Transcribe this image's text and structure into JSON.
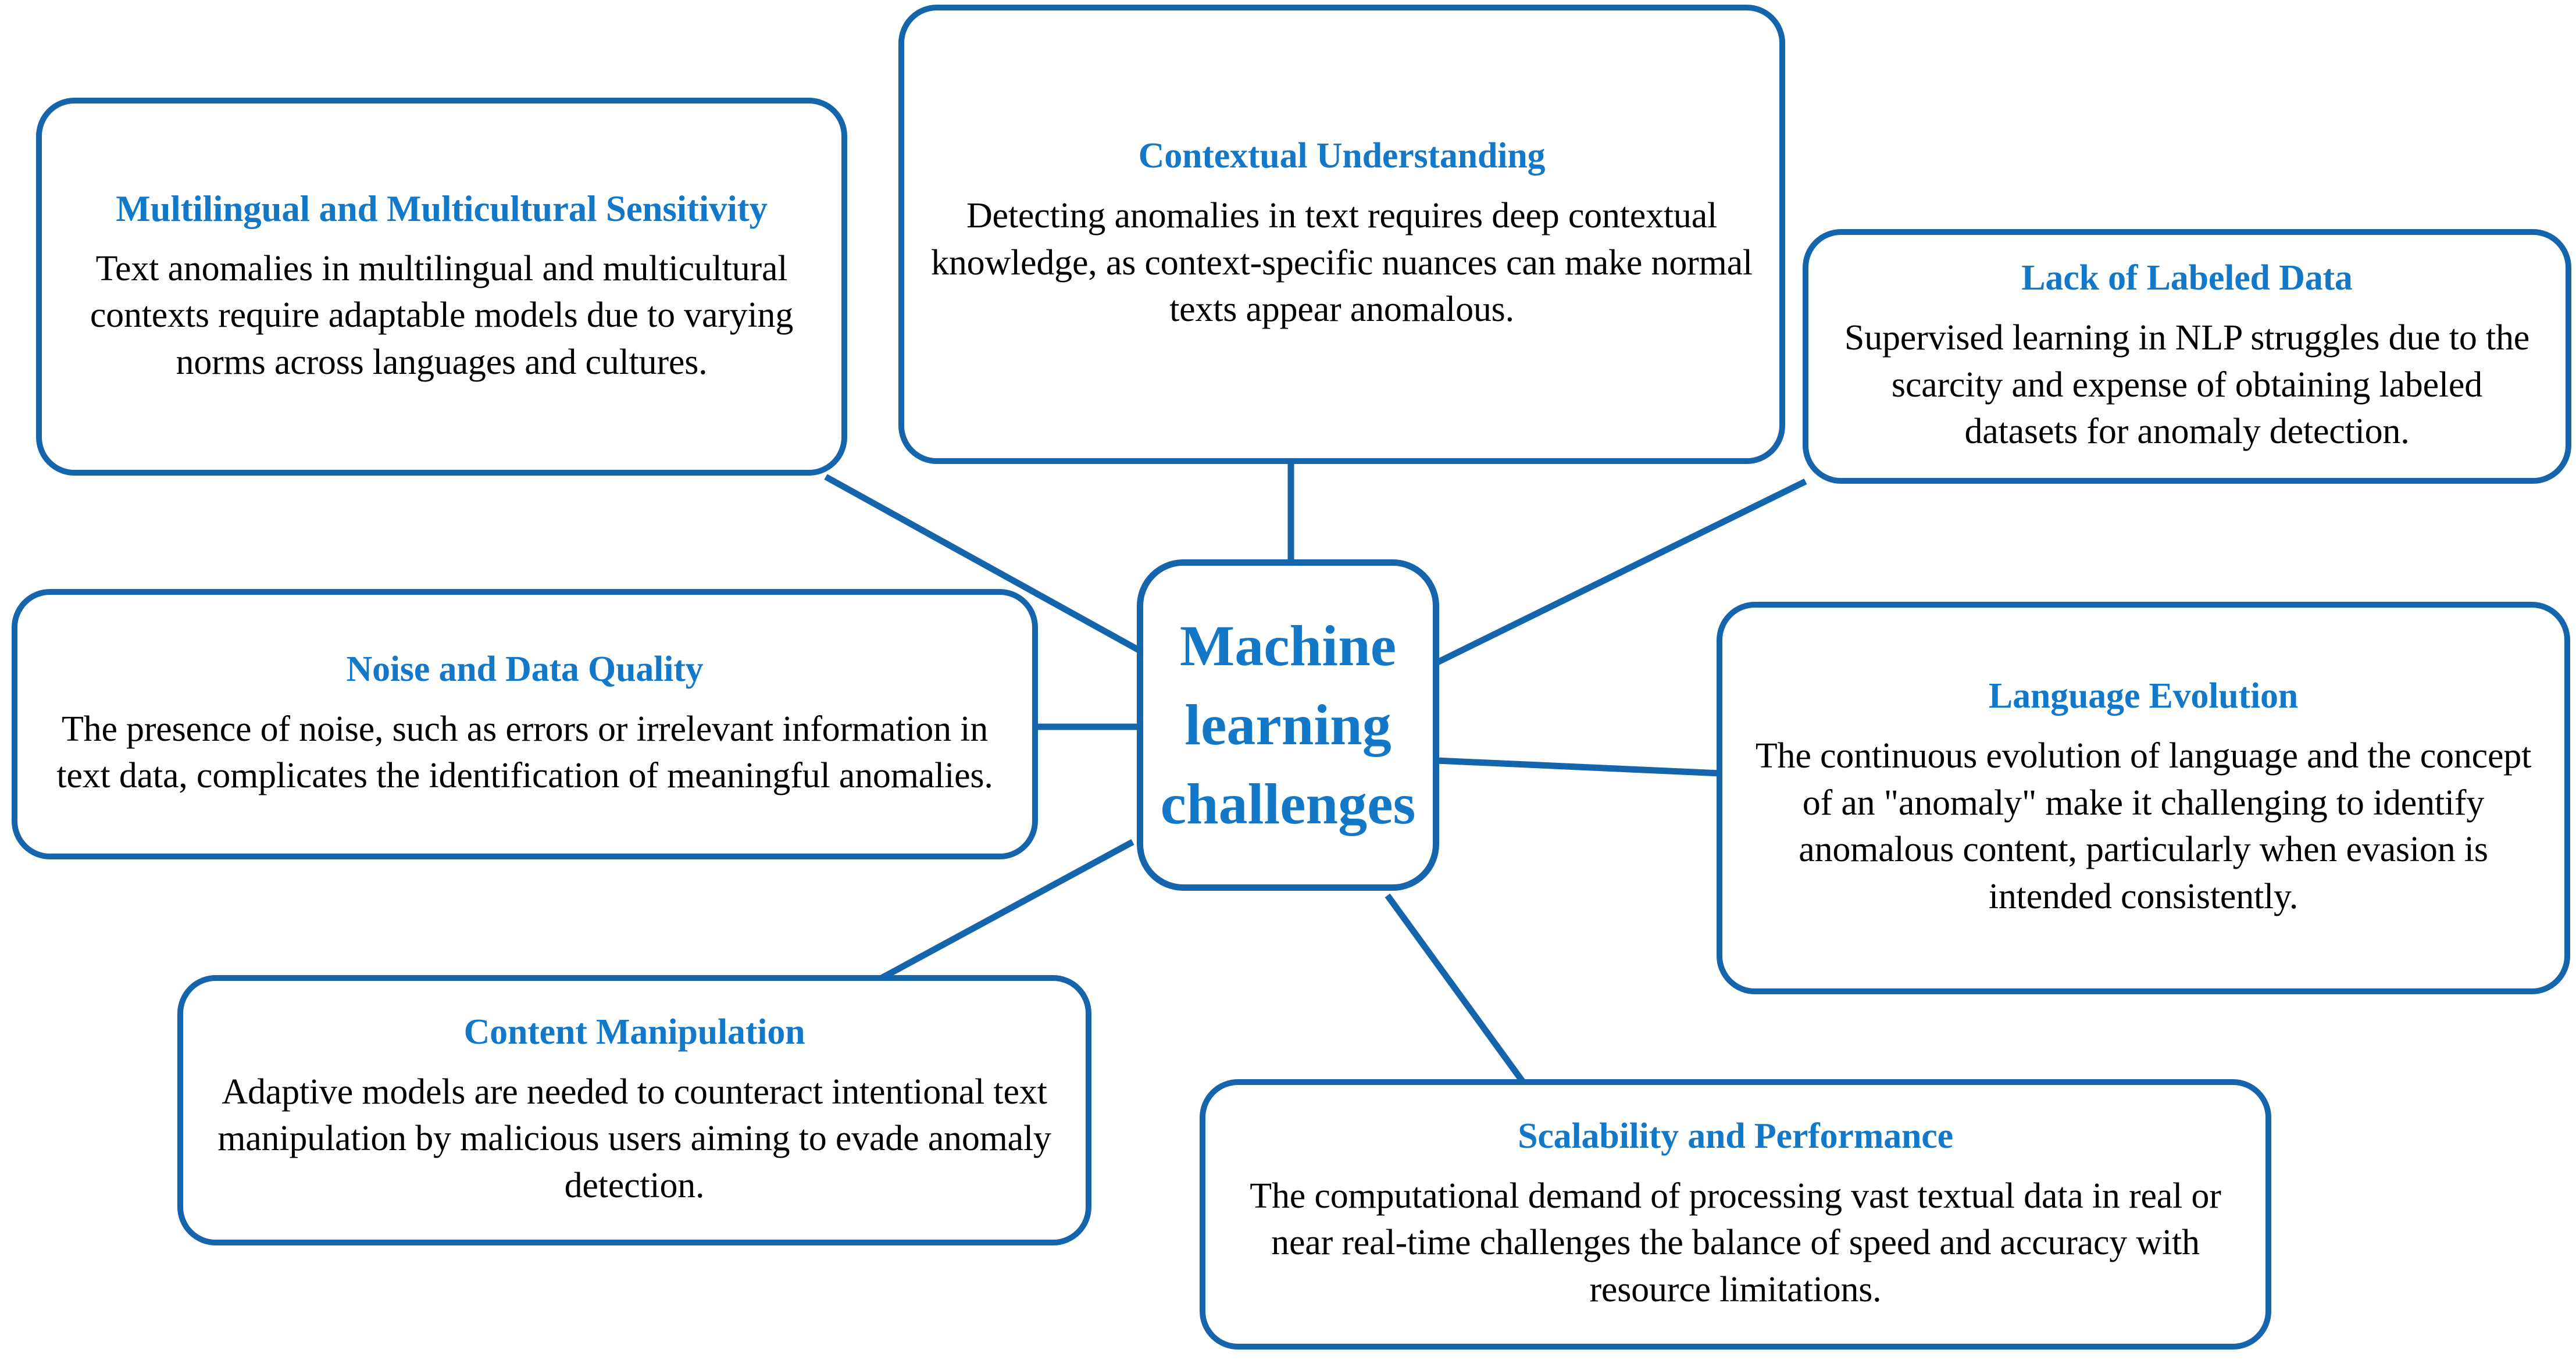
{
  "diagram": {
    "type": "mind-map",
    "title": "Machine learning challenges",
    "colors": {
      "accent_blue": "#1378C8",
      "border_blue": "#1565AD",
      "body_text": "#000000",
      "background": "#FFFFFF"
    },
    "center": {
      "label": "Machine learning challenges",
      "lines": [
        "Machine",
        "learning",
        "challenges"
      ]
    },
    "nodes": [
      {
        "id": "multilingual",
        "title": "Multilingual and Multicultural Sensitivity",
        "body": "Text anomalies in multilingual and multicultural contexts require adaptable models due to varying norms across languages and cultures.",
        "position": "top-left"
      },
      {
        "id": "contextual",
        "title": "Contextual Understanding",
        "body": "Detecting anomalies in text requires deep contextual knowledge, as context-specific nuances can make normal texts appear anomalous.",
        "position": "top-center"
      },
      {
        "id": "labeled",
        "title": "Lack of Labeled Data",
        "body": "Supervised learning in NLP struggles due to the scarcity and expense of obtaining labeled datasets for anomaly detection.",
        "position": "top-right"
      },
      {
        "id": "noise",
        "title": "Noise and Data Quality",
        "body": "The presence of noise, such as errors or irrelevant information in text data, complicates the identification of meaningful anomalies.",
        "position": "middle-left"
      },
      {
        "id": "language",
        "title": "Language Evolution",
        "body": "The continuous evolution of language and the concept of an \"anomaly\" make it challenging to identify anomalous content, particularly when evasion is intended consistently.",
        "position": "middle-right"
      },
      {
        "id": "content",
        "title": "Content Manipulation",
        "body": "Adaptive models are needed to counteract intentional text manipulation by malicious users aiming to evade anomaly detection.",
        "position": "bottom-left"
      },
      {
        "id": "scalability",
        "title": "Scalability and Performance",
        "body": "The computational demand of processing vast textual data in real or near real-time challenges the balance of speed and accuracy with resource limitations.",
        "position": "bottom-right"
      }
    ],
    "edges": [
      {
        "from": "center",
        "to": "multilingual"
      },
      {
        "from": "center",
        "to": "contextual"
      },
      {
        "from": "center",
        "to": "labeled"
      },
      {
        "from": "center",
        "to": "noise"
      },
      {
        "from": "center",
        "to": "language"
      },
      {
        "from": "center",
        "to": "content"
      },
      {
        "from": "center",
        "to": "scalability"
      }
    ]
  }
}
